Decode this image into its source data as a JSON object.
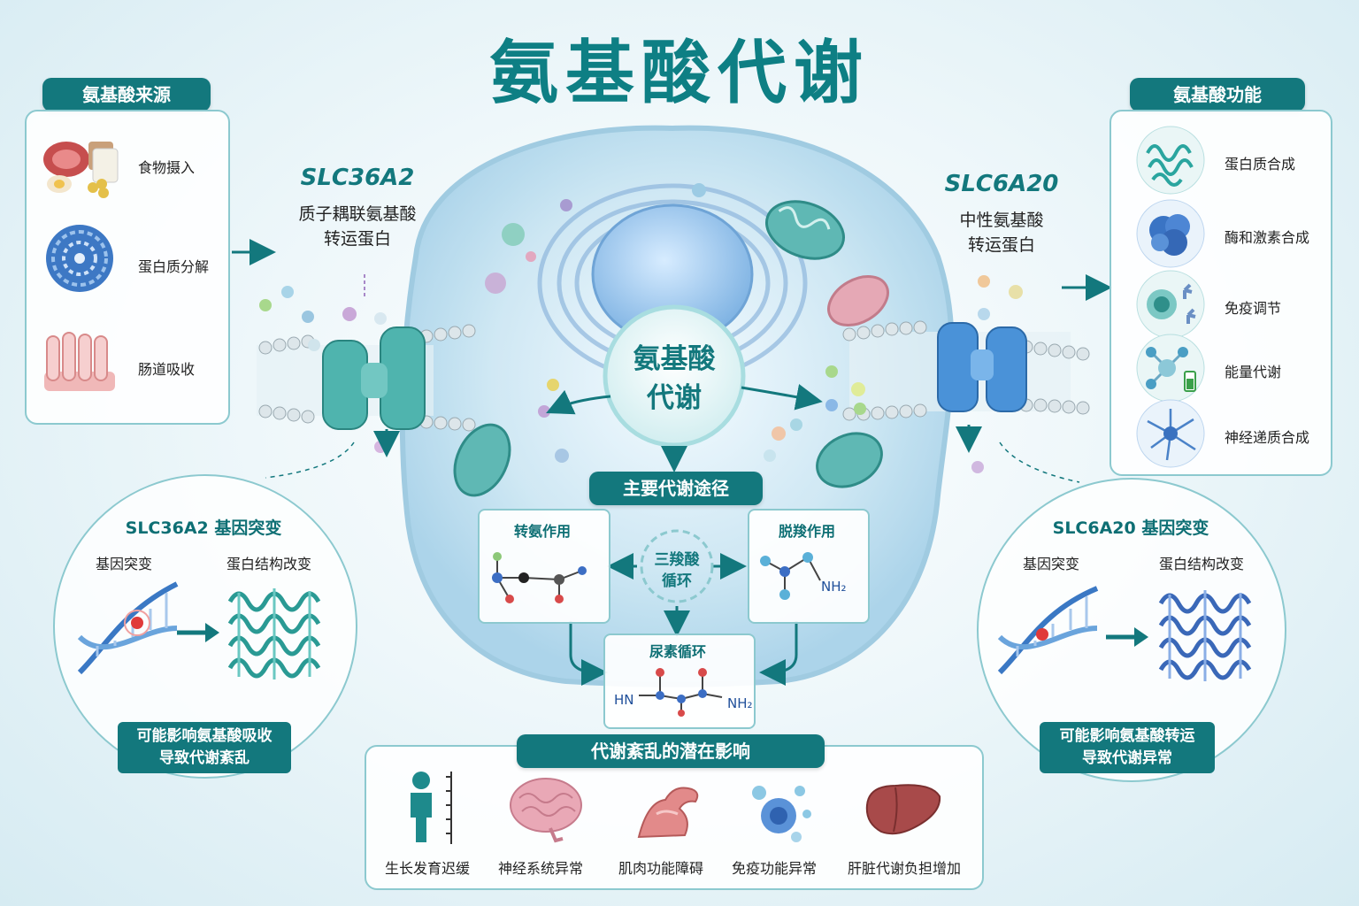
{
  "title": "氨基酸代谢",
  "sources": {
    "header": "氨基酸来源",
    "items": [
      {
        "label": "食物摄入",
        "icon": "food-icon"
      },
      {
        "label": "蛋白质分解",
        "icon": "protein-globule-icon"
      },
      {
        "label": "肠道吸收",
        "icon": "intestine-villi-icon"
      }
    ]
  },
  "functions": {
    "header": "氨基酸功能",
    "items": [
      {
        "label": "蛋白质合成",
        "icon": "protein-structure-icon"
      },
      {
        "label": "酶和激素合成",
        "icon": "enzyme-icon"
      },
      {
        "label": "免疫调节",
        "icon": "immune-cell-icon"
      },
      {
        "label": "能量代谢",
        "icon": "molecule-battery-icon"
      },
      {
        "label": "神经递质合成",
        "icon": "neuron-icon"
      }
    ]
  },
  "transporter_left": {
    "name": "SLC36A2",
    "desc_line1": "质子耦联氨基酸",
    "desc_line2": "转运蛋白"
  },
  "transporter_right": {
    "name": "SLC6A20",
    "desc_line1": "中性氨基酸",
    "desc_line2": "转运蛋白"
  },
  "center": {
    "line1": "氨基酸",
    "line2": "代谢"
  },
  "pathways": {
    "header": "主要代谢途径",
    "transamination": "转氨作用",
    "decarboxylation": "脱羧作用",
    "tca_line1": "三羧酸",
    "tca_line2": "循环",
    "urea": "尿素循环",
    "nh2_label": "NH₂",
    "urea_left": "HN",
    "urea_right": "NH₂"
  },
  "mutation_left": {
    "title": "SLC36A2 基因突变",
    "sub_left": "基因突变",
    "sub_right": "蛋白结构改变",
    "note_line1": "可能影响氨基酸吸收",
    "note_line2": "导致代谢紊乱"
  },
  "mutation_right": {
    "title": "SLC6A20 基因突变",
    "sub_left": "基因突变",
    "sub_right": "蛋白结构改变",
    "note_line1": "可能影响氨基酸转运",
    "note_line2": "导致代谢异常"
  },
  "effects": {
    "header": "代谢紊乱的潜在影响",
    "items": [
      {
        "label": "生长发育迟缓",
        "icon": "child-height-icon"
      },
      {
        "label": "神经系统异常",
        "icon": "brain-icon"
      },
      {
        "label": "肌肉功能障碍",
        "icon": "muscle-arm-icon"
      },
      {
        "label": "免疫功能异常",
        "icon": "virus-cell-icon"
      },
      {
        "label": "肝脏代谢负担增加",
        "icon": "liver-icon"
      }
    ]
  },
  "colors": {
    "teal": "#13787d",
    "title": "#0e7f84",
    "blue": "#3a7fc4",
    "border": "#8cc9cf"
  }
}
